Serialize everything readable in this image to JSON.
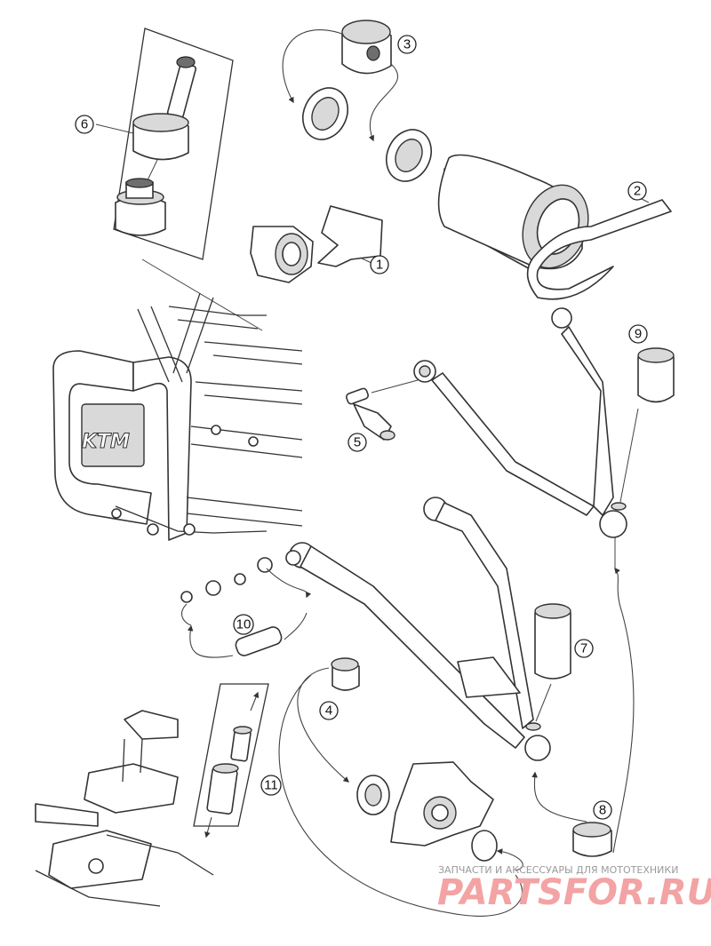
{
  "callouts": {
    "c1": "1",
    "c2": "2",
    "c3": "3",
    "c4": "4",
    "c5": "5",
    "c6": "6",
    "c7": "7",
    "c8": "8",
    "c9": "9",
    "c10": "10",
    "c11": "11"
  },
  "frame_logo": "KTM",
  "watermark": {
    "caption": "ЗАПЧАСТИ И АКСЕССУАРЫ ДЛЯ МОТОТЕХНИКИ",
    "logo": "PARTSFOR.RU"
  },
  "colors": {
    "line": "#333333",
    "watermark_logo": "#f3a3a3",
    "watermark_caption": "#9a9a9a"
  }
}
